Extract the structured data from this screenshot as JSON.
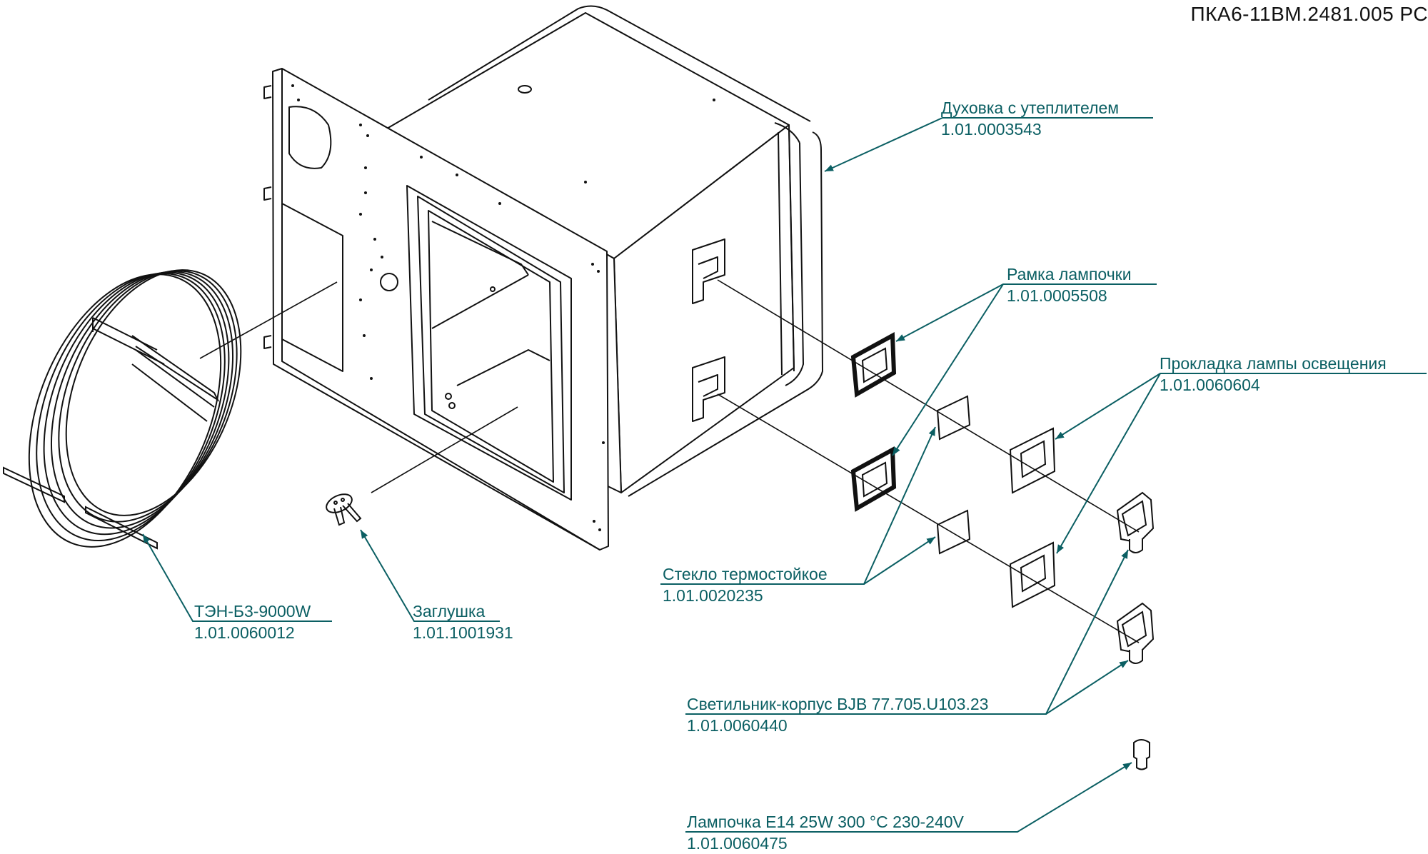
{
  "document": {
    "number": "ПКА6-11ВМ.2481.005 РС"
  },
  "colors": {
    "callout": "#0b5f63",
    "line": "#111111",
    "background": "#ffffff"
  },
  "callouts": {
    "oven": {
      "name": "Духовка с утеплителем",
      "code": "1.01.0003543"
    },
    "lamp_frame": {
      "name": "Рамка лампочки",
      "code": "1.01.0005508"
    },
    "lamp_gasket": {
      "name": "Прокладка лампы освещения",
      "code": "1.01.0060604"
    },
    "glass": {
      "name": "Стекло термостойкое",
      "code": "1.01.0020235"
    },
    "heater": {
      "name": "ТЭН-Б3-9000W",
      "code": "1.01.0060012"
    },
    "plug": {
      "name": "Заглушка",
      "code": "1.01.1001931"
    },
    "lamp_housing": {
      "name": "Светильник-корпус BJB 77.705.U103.23",
      "code": "1.01.0060440"
    },
    "bulb": {
      "name": "Лампочка Е14 25W 300 °C 230-240V",
      "code": "1.01.0060475"
    }
  }
}
